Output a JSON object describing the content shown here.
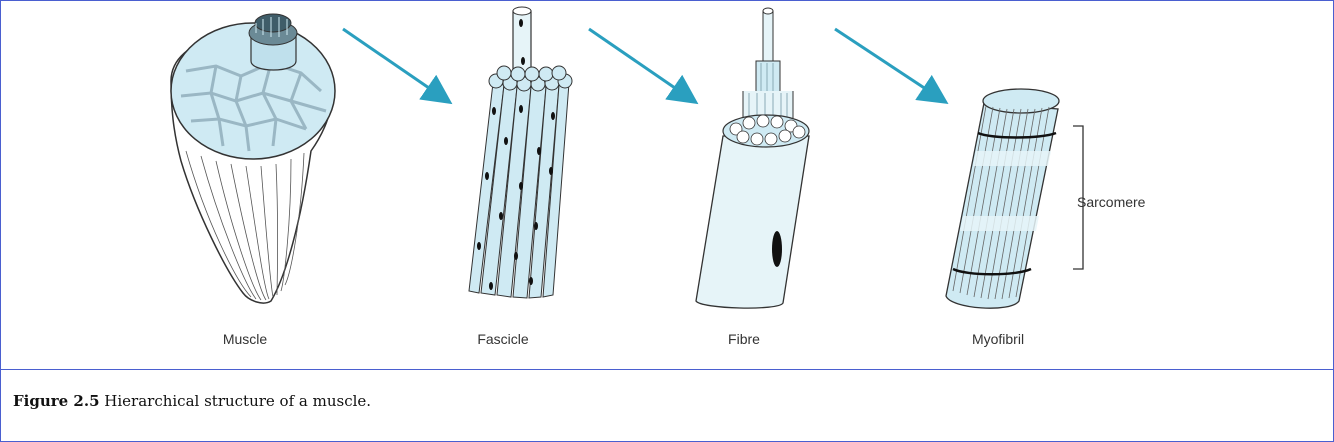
{
  "labels": {
    "muscle": "Muscle",
    "fascicle": "Fascicle",
    "fibre": "Fibre",
    "myofibril": "Myofibril",
    "sarcomere": "Sarcomere"
  },
  "caption": {
    "number": "Figure 2.5",
    "text": " Hierarchical structure of a muscle."
  },
  "colors": {
    "border": "#4a5fd0",
    "arrow": "#2a9fbf",
    "fill": "#cfeaf3",
    "stroke": "#333333"
  }
}
